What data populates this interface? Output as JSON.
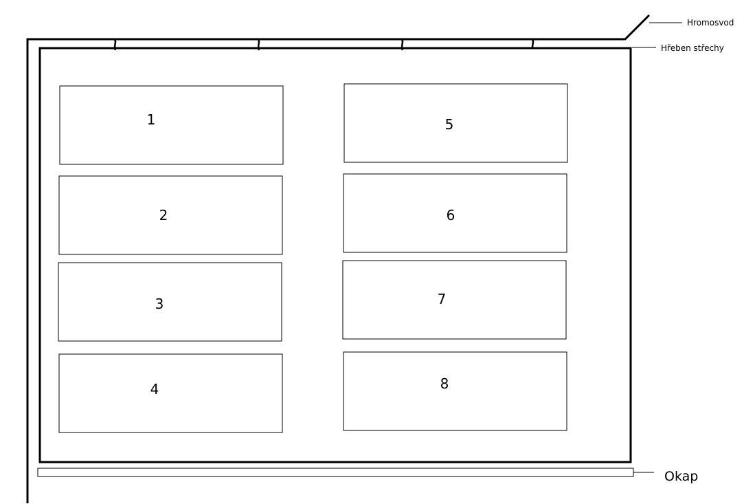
{
  "labels": {
    "lightning_rod": "Hromosvod",
    "roof_ridge": "Hřeben střechy",
    "eaves": "Okap"
  },
  "panels": [
    {
      "number": "1"
    },
    {
      "number": "2"
    },
    {
      "number": "3"
    },
    {
      "number": "4"
    },
    {
      "number": "5"
    },
    {
      "number": "6"
    },
    {
      "number": "7"
    },
    {
      "number": "8"
    }
  ],
  "colors": {
    "line": "#000000",
    "background": "#ffffff"
  }
}
